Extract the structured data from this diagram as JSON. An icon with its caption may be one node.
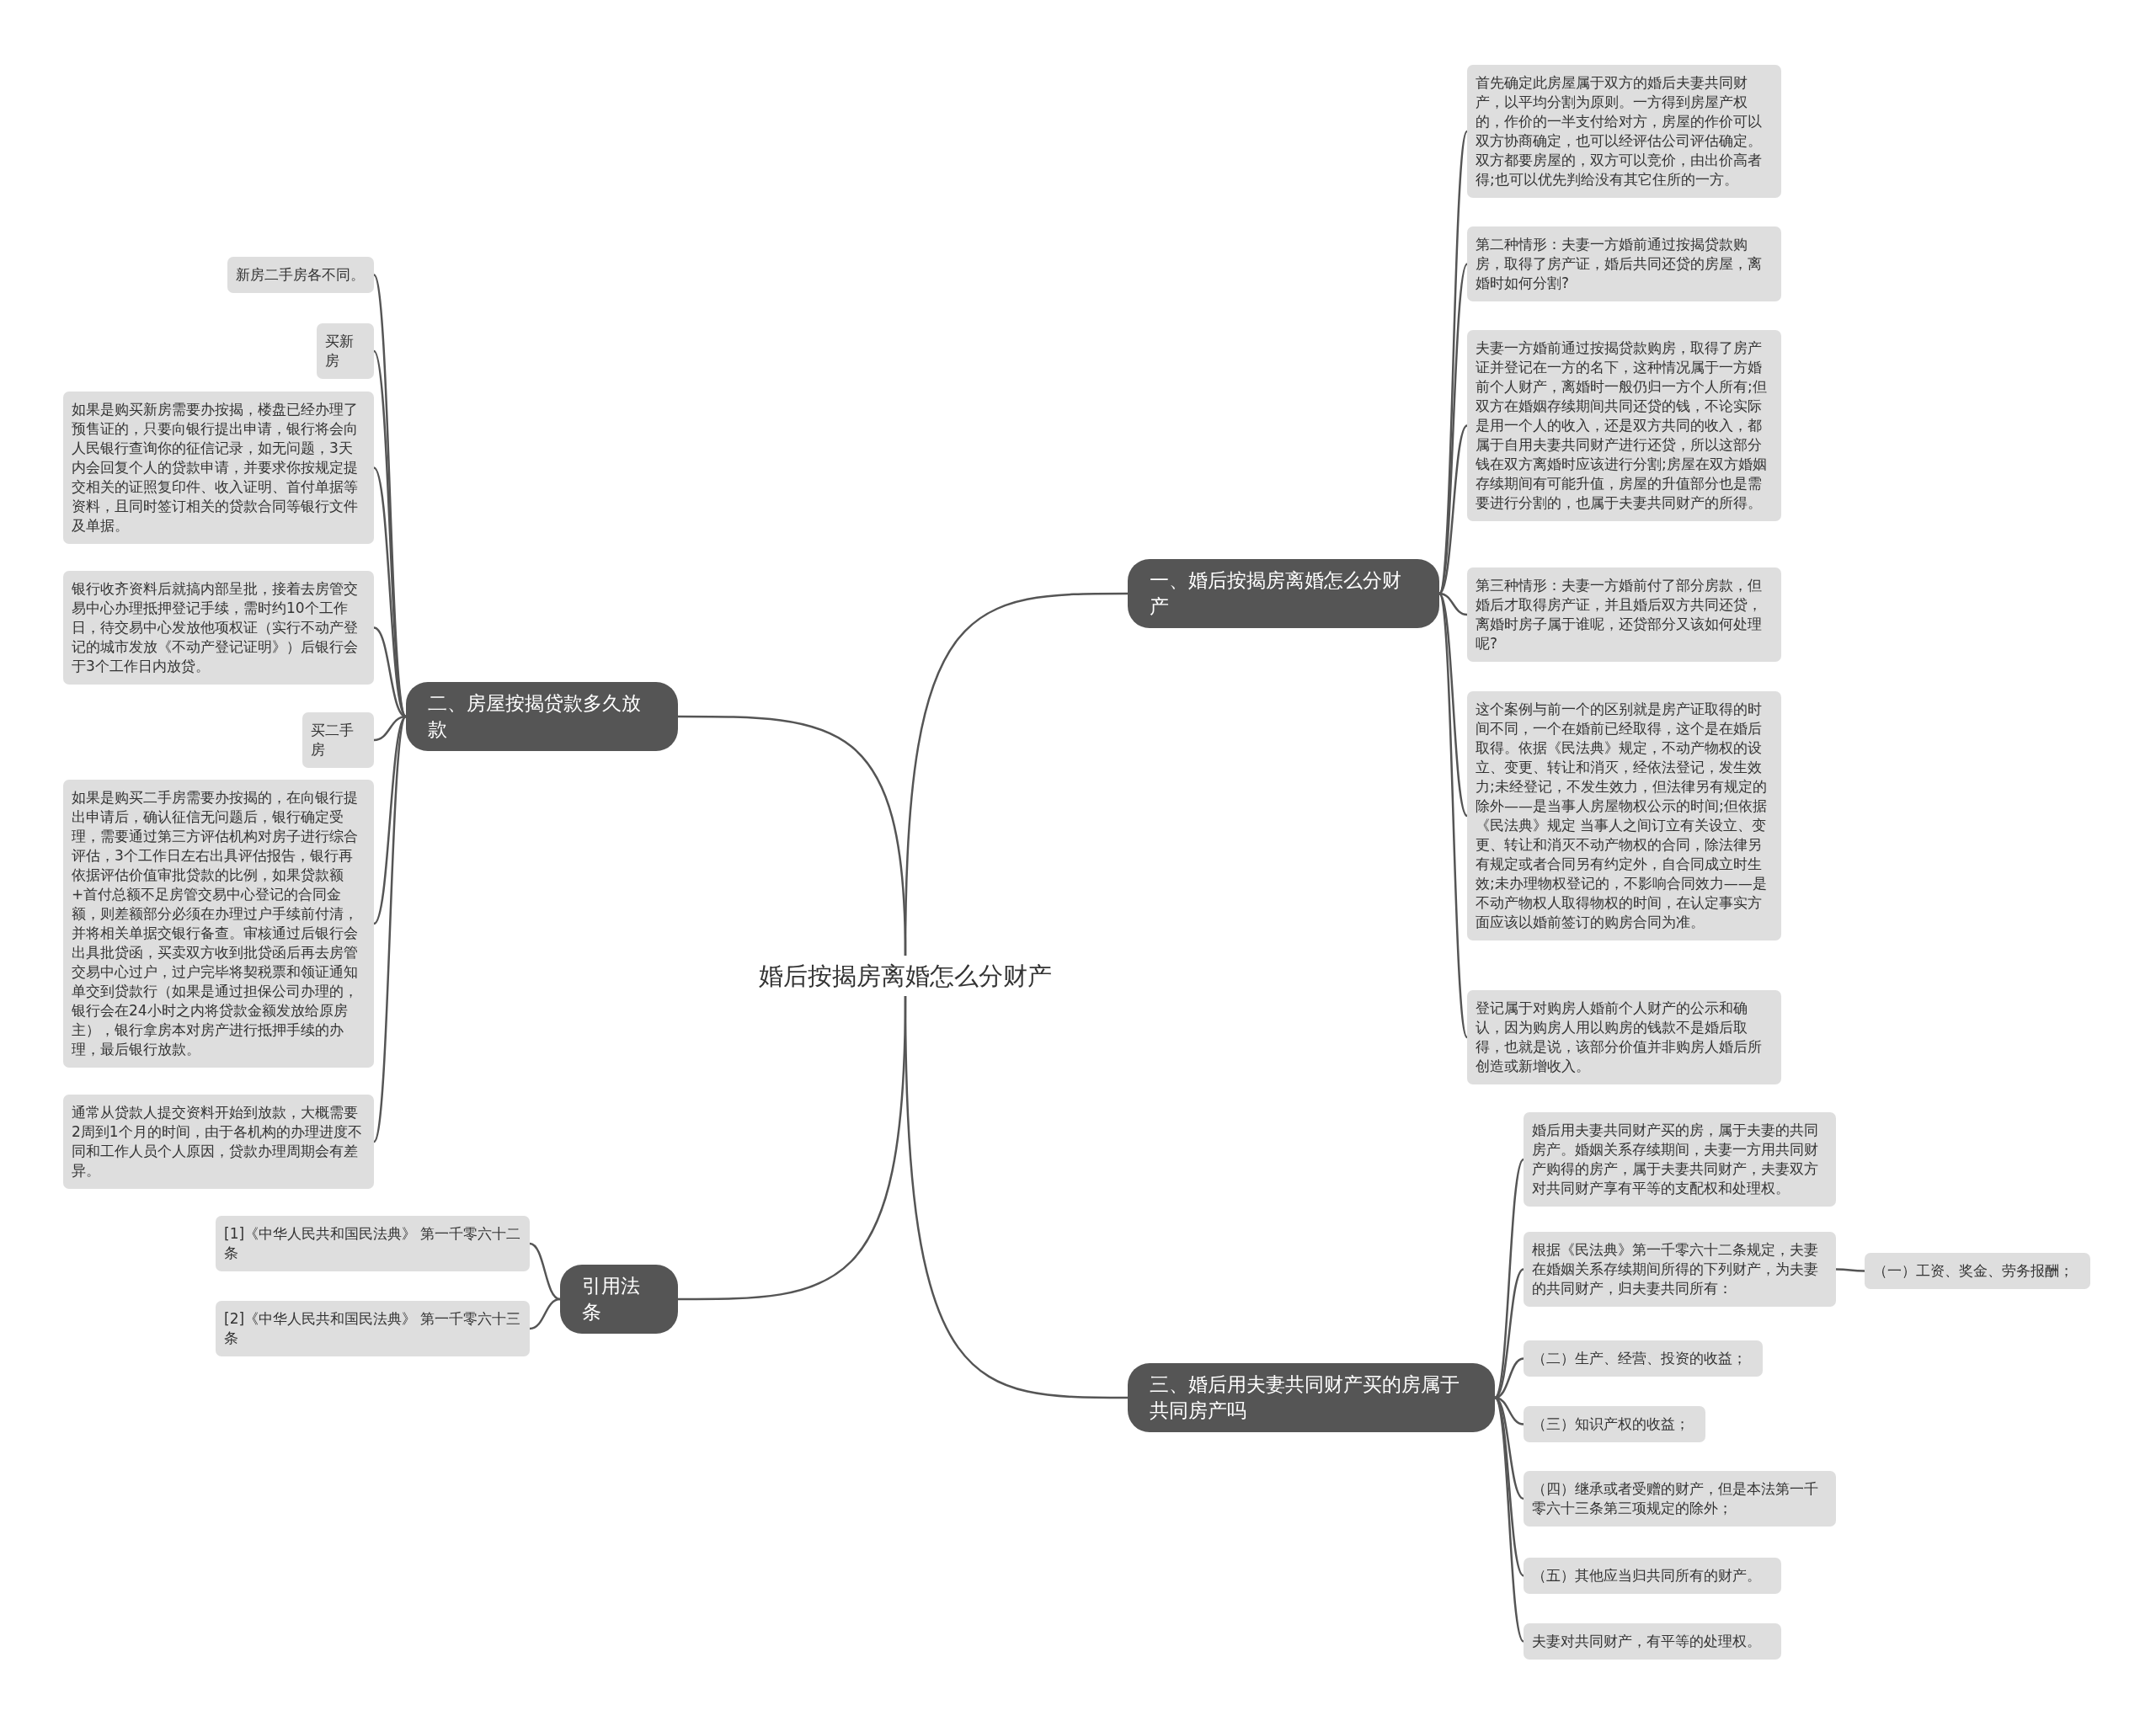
{
  "diagram": {
    "nodes": [
      {
        "text": [
          "婚后按揭房离婚怎么分财产"
        ]
      },
      {
        "text": [
          "一、婚后按揭房离婚怎么分财产"
        ]
      },
      {
        "text": [
          "首先确定此房屋属于双方的婚后夫妻共同财产，以平均分割为原则。一方得到房屋产权的，作价的一半支付给对方，房屋的作价可以双方协商确定，也可以经评估公司评估确定。双方都要房屋的，双方可以竞价，由出价高者得;也可以优先判给没有其它住所的一方。"
        ]
      },
      {
        "text": [
          "第二种情形：夫妻一方婚前通过按揭贷款购房，取得了房产证，婚后共同还贷的房屋，离婚时如何分割?"
        ]
      },
      {
        "text": [
          "夫妻一方婚前通过按揭贷款购房，取得了房产证并登记在一方的名下，这种情况属于一方婚前个人财产，离婚时一般仍归一方个人所有;但双方在婚姻存续期间共同还贷的钱，不论实际是用一个人的收入，还是双方共同的收入，都属于自用夫妻共同财产进行还贷，所以这部分钱在双方离婚时应该进行分割;房屋在双方婚姻存续期间有可能升值，房屋的升值部分也是需要进行分割的，也属于夫妻共同财产的所得。"
        ]
      },
      {
        "text": [
          "第三种情形：夫妻一方婚前付了部分房款，但婚后才取得房产证，并且婚后双方共同还贷，离婚时房子属于谁呢，还贷部分又该如何处理呢?"
        ]
      },
      {
        "text": [
          "这个案例与前一个的区别就是房产证取得的时间不同，一个在婚前已经取得，这个是在婚后取得。依据《民法典》规定，不动产物权的设立、变更、转让和消灭，经依法登记，发生效力;未经登记，不发生效力，但法律另有规定的除外——是当事人房屋物权公示的时间;但依据《民法典》规定 当事人之间订立有关设立、变更、转让和消灭不动产物权的合同，除法律另有规定或者合同另有约定外，自合同成立时生效;未办理物权登记的，不影响合同效力——是不动产物权人取得物权的时间，在认定事实方面应该以婚前签订的购房合同为准。"
        ]
      },
      {
        "text": [
          "登记属于对购房人婚前个人财产的公示和确认，因为购房人用以购房的钱款不是婚后取得，也就是说，该部分价值并非购房人婚后所创造或新增收入。"
        ]
      },
      {
        "text": [
          "二、房屋按揭贷款多久放款"
        ]
      },
      {
        "text": [
          "新房二手房各不同。"
        ]
      },
      {
        "text": [
          "买新房"
        ]
      },
      {
        "text": [
          "如果是购买新房需要办按揭，楼盘已经办理了预售证的，只要向银行提出申请，银行将会向人民银行查询你的征信记录，如无问题，3天内会回复个人的贷款申请，并要求你按规定提交相关的证照复印件、收入证明、首付单据等资料，且同时签订相关的贷款合同等银行文件及单据。"
        ]
      },
      {
        "text": [
          "银行收齐资料后就搞内部呈批，接着去房管交易中心办理抵押登记手续，需时约10个工作日，待交易中心发放他项权证（实行不动产登记的城市发放《不动产登记证明》）后银行会于3个工作日内放贷。"
        ]
      },
      {
        "text": [
          "买二手房"
        ]
      },
      {
        "text": [
          "如果是购买二手房需要办按揭的，在向银行提出申请后，确认征信无问题后，银行确定受理，需要通过第三方评估机构对房子进行综合评估，3个工作日左右出具评估报告，银行再依据评估价值审批贷款的比例，如果贷款额+首付总额不足房管交易中心登记的合同金额，则差额部分必须在办理过户手续前付清，并将相关单据交银行备查。审核通过后银行会出具批贷函，买卖双方收到批贷函后再去房管交易中心过户，过户完毕将契税票和领证通知单交到贷款行（如果是通过担保公司办理的，银行会在24小时之内将贷款金额发放给原房主），银行拿房本对房产进行抵押手续的办理，最后银行放款。"
        ]
      },
      {
        "text": [
          "通常从贷款人提交资料开始到放款，大概需要2周到1个月的时间，由于各机构的办理进度不同和工作人员个人原因，贷款办理周期会有差异。"
        ]
      },
      {
        "text": [
          "引用法条"
        ]
      },
      {
        "text": [
          "[1]《中华人民共和国民法典》 第一千零六十二条"
        ]
      },
      {
        "text": [
          "[2]《中华人民共和国民法典》 第一千零六十三条"
        ]
      },
      {
        "text": [
          "三、婚后用夫妻共同财产买的房属于共同房产吗"
        ]
      },
      {
        "text": [
          "婚后用夫妻共同财产买的房，属于夫妻的共同房产。婚姻关系存续期间，夫妻一方用共同财产购得的房产，属于夫妻共同财产，夫妻双方对共同财产享有平等的支配权和处理权。"
        ]
      },
      {
        "text": [
          "根据《民法典》第一千零六十二条规定，夫妻在婚姻关系存续期间所得的下列财产，为夫妻的共同财产，归夫妻共同所有："
        ]
      },
      {
        "text": [
          "（一）工资、奖金、劳务报酬；"
        ]
      },
      {
        "text": [
          "（二）生产、经营、投资的收益；"
        ]
      },
      {
        "text": [
          "（三）知识产权的收益；"
        ]
      },
      {
        "text": [
          "（四）继承或者受赠的财产，但是本法第一千零六十三条第三项规定的除外；"
        ]
      },
      {
        "text": [
          "（五）其他应当归共同所有的财产。"
        ]
      },
      {
        "text": [
          "夫妻对共同财产，有平等的处理权。"
        ]
      }
    ],
    "edges": [
      {
        "from": 0,
        "to": 1,
        "arrow": "none"
      },
      {
        "from": 0,
        "to": 8,
        "arrow": "none"
      },
      {
        "from": 0,
        "to": 16,
        "arrow": "none"
      },
      {
        "from": 0,
        "to": 19,
        "arrow": "none"
      },
      {
        "from": 1,
        "to": 2,
        "arrow": "none"
      },
      {
        "from": 1,
        "to": 3,
        "arrow": "none"
      },
      {
        "from": 1,
        "to": 4,
        "arrow": "none"
      },
      {
        "from": 1,
        "to": 5,
        "arrow": "none"
      },
      {
        "from": 1,
        "to": 6,
        "arrow": "none"
      },
      {
        "from": 1,
        "to": 7,
        "arrow": "none"
      },
      {
        "from": 8,
        "to": 9,
        "arrow": "none"
      },
      {
        "from": 8,
        "to": 10,
        "arrow": "none"
      },
      {
        "from": 8,
        "to": 11,
        "arrow": "none"
      },
      {
        "from": 8,
        "to": 12,
        "arrow": "none"
      },
      {
        "from": 8,
        "to": 13,
        "arrow": "none"
      },
      {
        "from": 8,
        "to": 14,
        "arrow": "none"
      },
      {
        "from": 8,
        "to": 15,
        "arrow": "none"
      },
      {
        "from": 16,
        "to": 17,
        "arrow": "none"
      },
      {
        "from": 16,
        "to": 18,
        "arrow": "none"
      },
      {
        "from": 19,
        "to": 20,
        "arrow": "none"
      },
      {
        "from": 19,
        "to": 21,
        "arrow": "none"
      },
      {
        "from": 21,
        "to": 22,
        "arrow": "none"
      },
      {
        "from": 19,
        "to": 23,
        "arrow": "none"
      },
      {
        "from": 19,
        "to": 24,
        "arrow": "none"
      },
      {
        "from": 19,
        "to": 25,
        "arrow": "none"
      },
      {
        "from": 19,
        "to": 26,
        "arrow": "none"
      },
      {
        "from": 19,
        "to": 27,
        "arrow": "none"
      }
    ]
  }
}
